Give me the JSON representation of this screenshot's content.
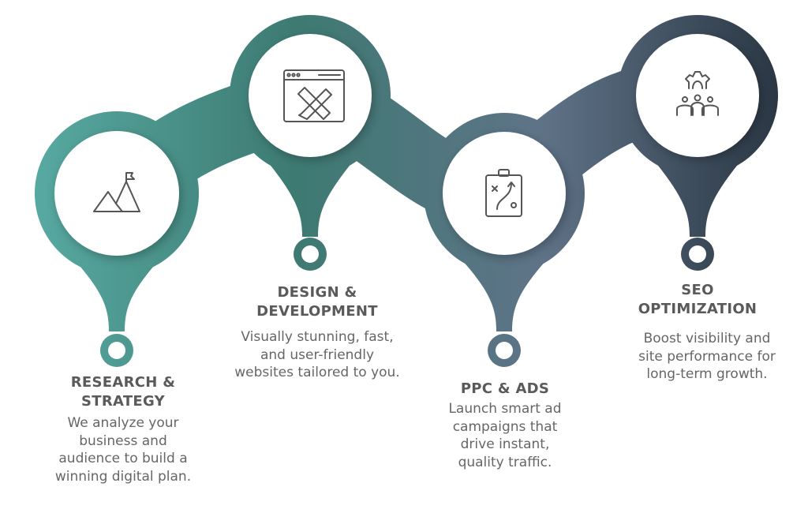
{
  "colors": {
    "start": "#57aaa2",
    "mid1": "#3d7a72",
    "mid2": "#5f7388",
    "end": "#2a3643"
  },
  "steps": [
    {
      "title_lines": [
        "RESEARCH &",
        "STRATEGY"
      ],
      "body_lines": [
        "We analyze your",
        "business and",
        "audience to build a",
        "winning digital plan."
      ],
      "icon": "mountain-flag-icon"
    },
    {
      "title_lines": [
        "DESIGN &",
        "DEVELOPMENT"
      ],
      "body_lines": [
        "Visually stunning, fast,",
        "and user-friendly",
        "websites tailored to you."
      ],
      "icon": "browser-pencil-ruler-icon"
    },
    {
      "title_lines": [
        "PPC & ADS"
      ],
      "body_lines": [
        "Launch smart ad",
        "campaigns that",
        "drive instant,",
        "quality traffic."
      ],
      "icon": "clipboard-strategy-icon"
    },
    {
      "title_lines": [
        "SEO",
        "OPTIMIZATION"
      ],
      "body_lines": [
        "Boost visibility and",
        "site performance for",
        "long-term growth."
      ],
      "icon": "gear-team-icon"
    }
  ]
}
